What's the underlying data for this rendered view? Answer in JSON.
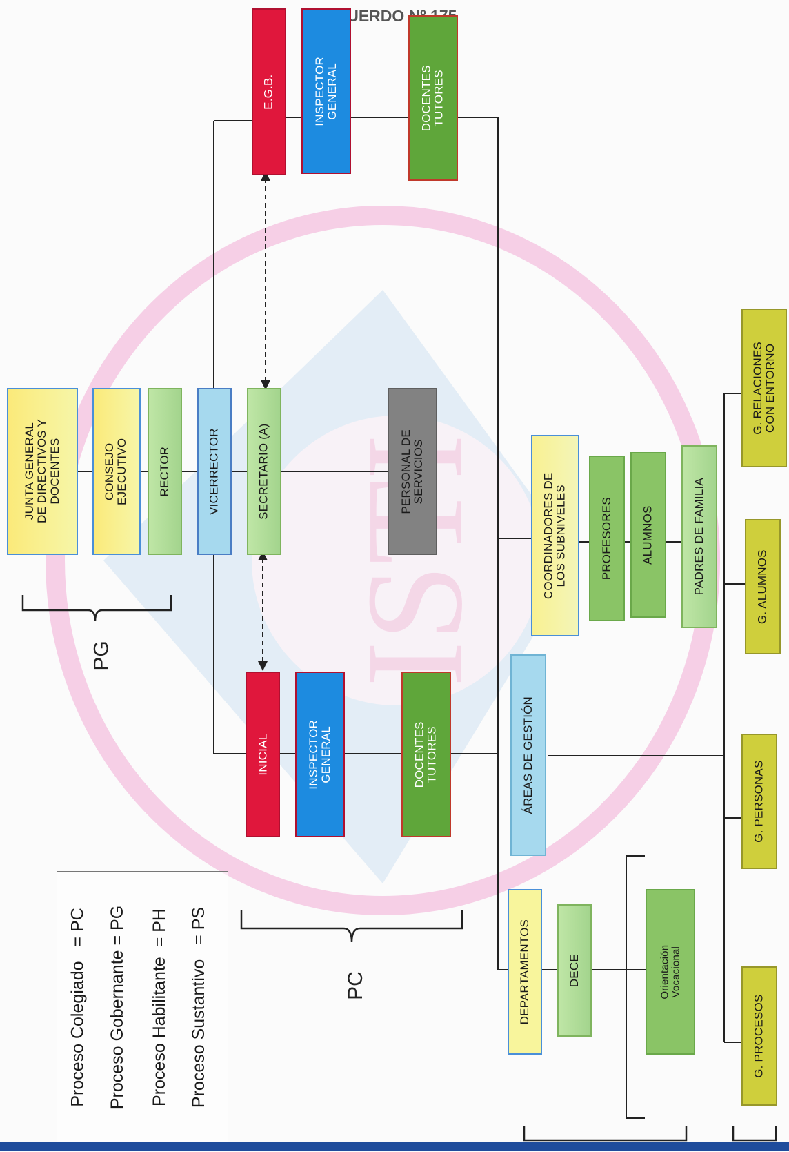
{
  "header": {
    "title": "ACUERDO Nº 175"
  },
  "nodes": {
    "junta": "JUNTA GENERAL\nDE DIRECTIVOS Y\nDOCENTES",
    "consejo": "CONSEJO\nEJECUTIVO",
    "rector": "RECTOR",
    "vicerrector": "VICERRECTOR",
    "secretario": "SECRETARIO (A)",
    "personal": "PERSONAL DE\nSERVICIOS",
    "egb": "E.G.B.",
    "inspector_top": "INSPECTOR\nGENERAL",
    "docentes_top": "DOCENTES\nTUTORES",
    "inicial": "INICIAL",
    "inspector_bottom": "INSPECTOR\nGENERAL",
    "docentes_bottom": "DOCENTES\nTUTORES",
    "coordinadores": "COORDINADORES DE\nLOS SUBNIVELES",
    "profesores": "PROFESORES",
    "alumnos": "ALUMNOS",
    "padres": "PADRES DE FAMILIA",
    "areas": "ÁREAS DE GESTIÓN",
    "departamentos": "DEPARTAMENTOS",
    "dece": "DECE",
    "orientacion": "Orientación\nVocacional",
    "g_relaciones": "G. RELACIONES\nCON ENTORNO",
    "g_alumnos": "G. ALUMNOS",
    "g_personas": "G. PERSONAS",
    "g_procesos": "G. PROCESOS"
  },
  "brackets": {
    "pg": "PG",
    "pc": "PC"
  },
  "legend": [
    "Proceso Colegiado   = PC",
    "Proceso Gobernante = PG",
    "Proceso Habilitante  = PH",
    "Proceso Sustantivo   = PS"
  ],
  "colors": {
    "red": "#e0173c",
    "blue": "#1d8be0",
    "dark_green": "#5fa63a",
    "light_green": "#a3d48d",
    "yellow": "#f6f6a8",
    "olive_yellow": "#cfcf3c",
    "gray": "#828282",
    "light_blue": "#a6d9ee",
    "watermark_pink": "#f3b8dc",
    "watermark_blue": "#9ec7e8"
  },
  "watermark_text": "ISTI"
}
